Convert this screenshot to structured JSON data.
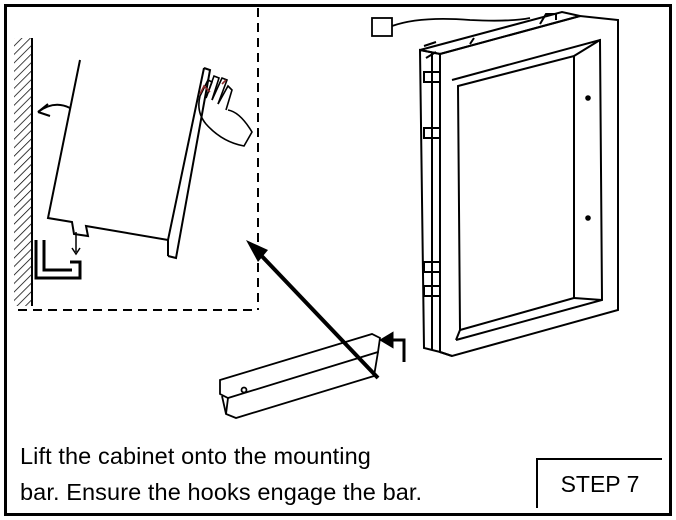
{
  "instruction": {
    "line1": "Lift the cabinet onto the mounting",
    "line2": "bar. Ensure the hooks engage the bar."
  },
  "step_label": "STEP 7",
  "icons": {
    "hand": "hand-icon",
    "arrow": "diagonal-arrow-icon",
    "hook": "hook-icon"
  }
}
